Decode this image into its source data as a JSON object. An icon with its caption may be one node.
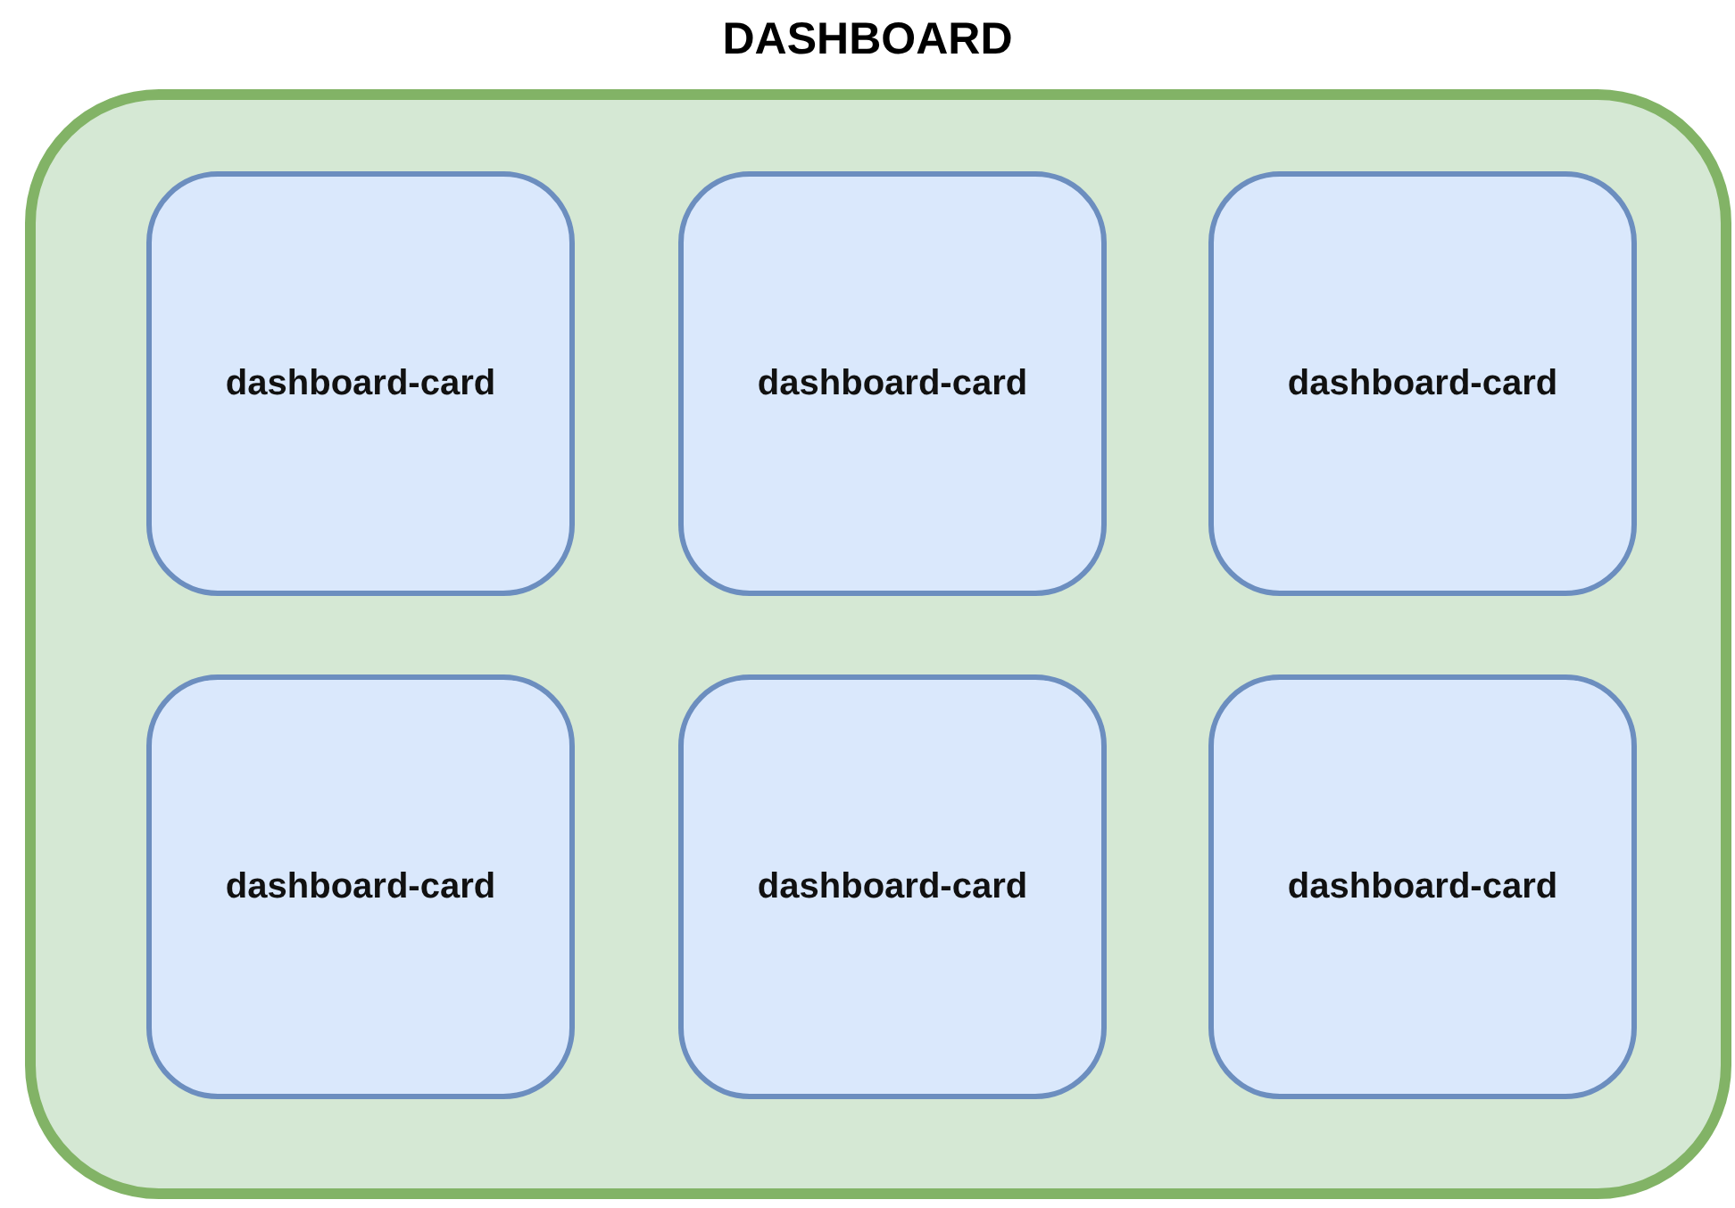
{
  "diagram": {
    "nodes": [
      {
        "text": [
          "DASHBOARD"
        ]
      },
      {
        "text": [
          "dashboard-card"
        ],
        "in": 0
      },
      {
        "text": [
          "dashboard-card"
        ],
        "in": 0
      },
      {
        "text": [
          "dashboard-card"
        ],
        "in": 0
      },
      {
        "text": [
          "dashboard-card"
        ],
        "in": 0
      },
      {
        "text": [
          "dashboard-card"
        ],
        "in": 0
      },
      {
        "text": [
          "dashboard-card"
        ],
        "in": 0
      }
    ]
  }
}
